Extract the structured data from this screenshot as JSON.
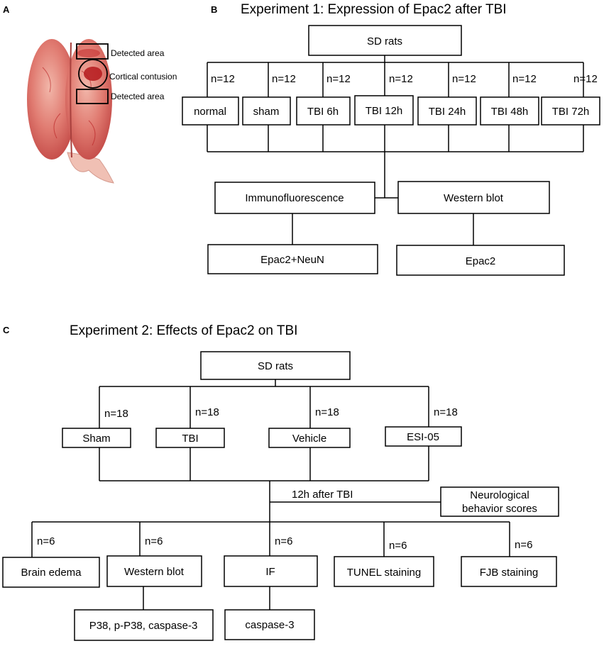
{
  "panel_a": {
    "letter": "A",
    "labels": {
      "detected_top": "Detected area",
      "contusion": "Cortical contusion",
      "detected_bottom": "Detected area"
    },
    "colors": {
      "brain": "#d9635f",
      "brain_light": "#f2b7aa",
      "blood": "#b5191c",
      "outline": "#000000"
    }
  },
  "panel_b": {
    "letter": "B",
    "title": "Experiment 1: Expression of Epac2 after TBI",
    "root": "SD rats",
    "groups": [
      {
        "n": "n=12",
        "label": "normal"
      },
      {
        "n": "n=12",
        "label": "sham"
      },
      {
        "n": "n=12",
        "label": "TBI 6h"
      },
      {
        "n": "n=12",
        "label": "TBI 12h"
      },
      {
        "n": "n=12",
        "label": "TBI 24h"
      },
      {
        "n": "n=12",
        "label": "TBI 48h"
      },
      {
        "n": "n=12",
        "label": "TBI 72h"
      }
    ],
    "methods": [
      {
        "label": "Immunofluorescence",
        "result": "Epac2+NeuN"
      },
      {
        "label": "Western blot",
        "result": "Epac2"
      }
    ]
  },
  "panel_c": {
    "letter": "C",
    "title": "Experiment 2: Effects of Epac2 on TBI",
    "root": "SD rats",
    "groups": [
      {
        "n": "n=18",
        "label": "Sham"
      },
      {
        "n": "n=18",
        "label": "TBI"
      },
      {
        "n": "n=18",
        "label": "Vehicle"
      },
      {
        "n": "n=18",
        "label": "ESI-05"
      }
    ],
    "timepoint": "12h after TBI",
    "behavior": {
      "line1": "Neurological",
      "line2": "behavior scores"
    },
    "assays": [
      {
        "n": "n=6",
        "label": "Brain edema"
      },
      {
        "n": "n=6",
        "label": "Western blot",
        "result": "P38, p-P38, caspase-3"
      },
      {
        "n": "n=6",
        "label": "IF",
        "result": "caspase-3"
      },
      {
        "n": "n=6",
        "label": "TUNEL staining"
      },
      {
        "n": "n=6",
        "label": "FJB staining"
      }
    ]
  }
}
